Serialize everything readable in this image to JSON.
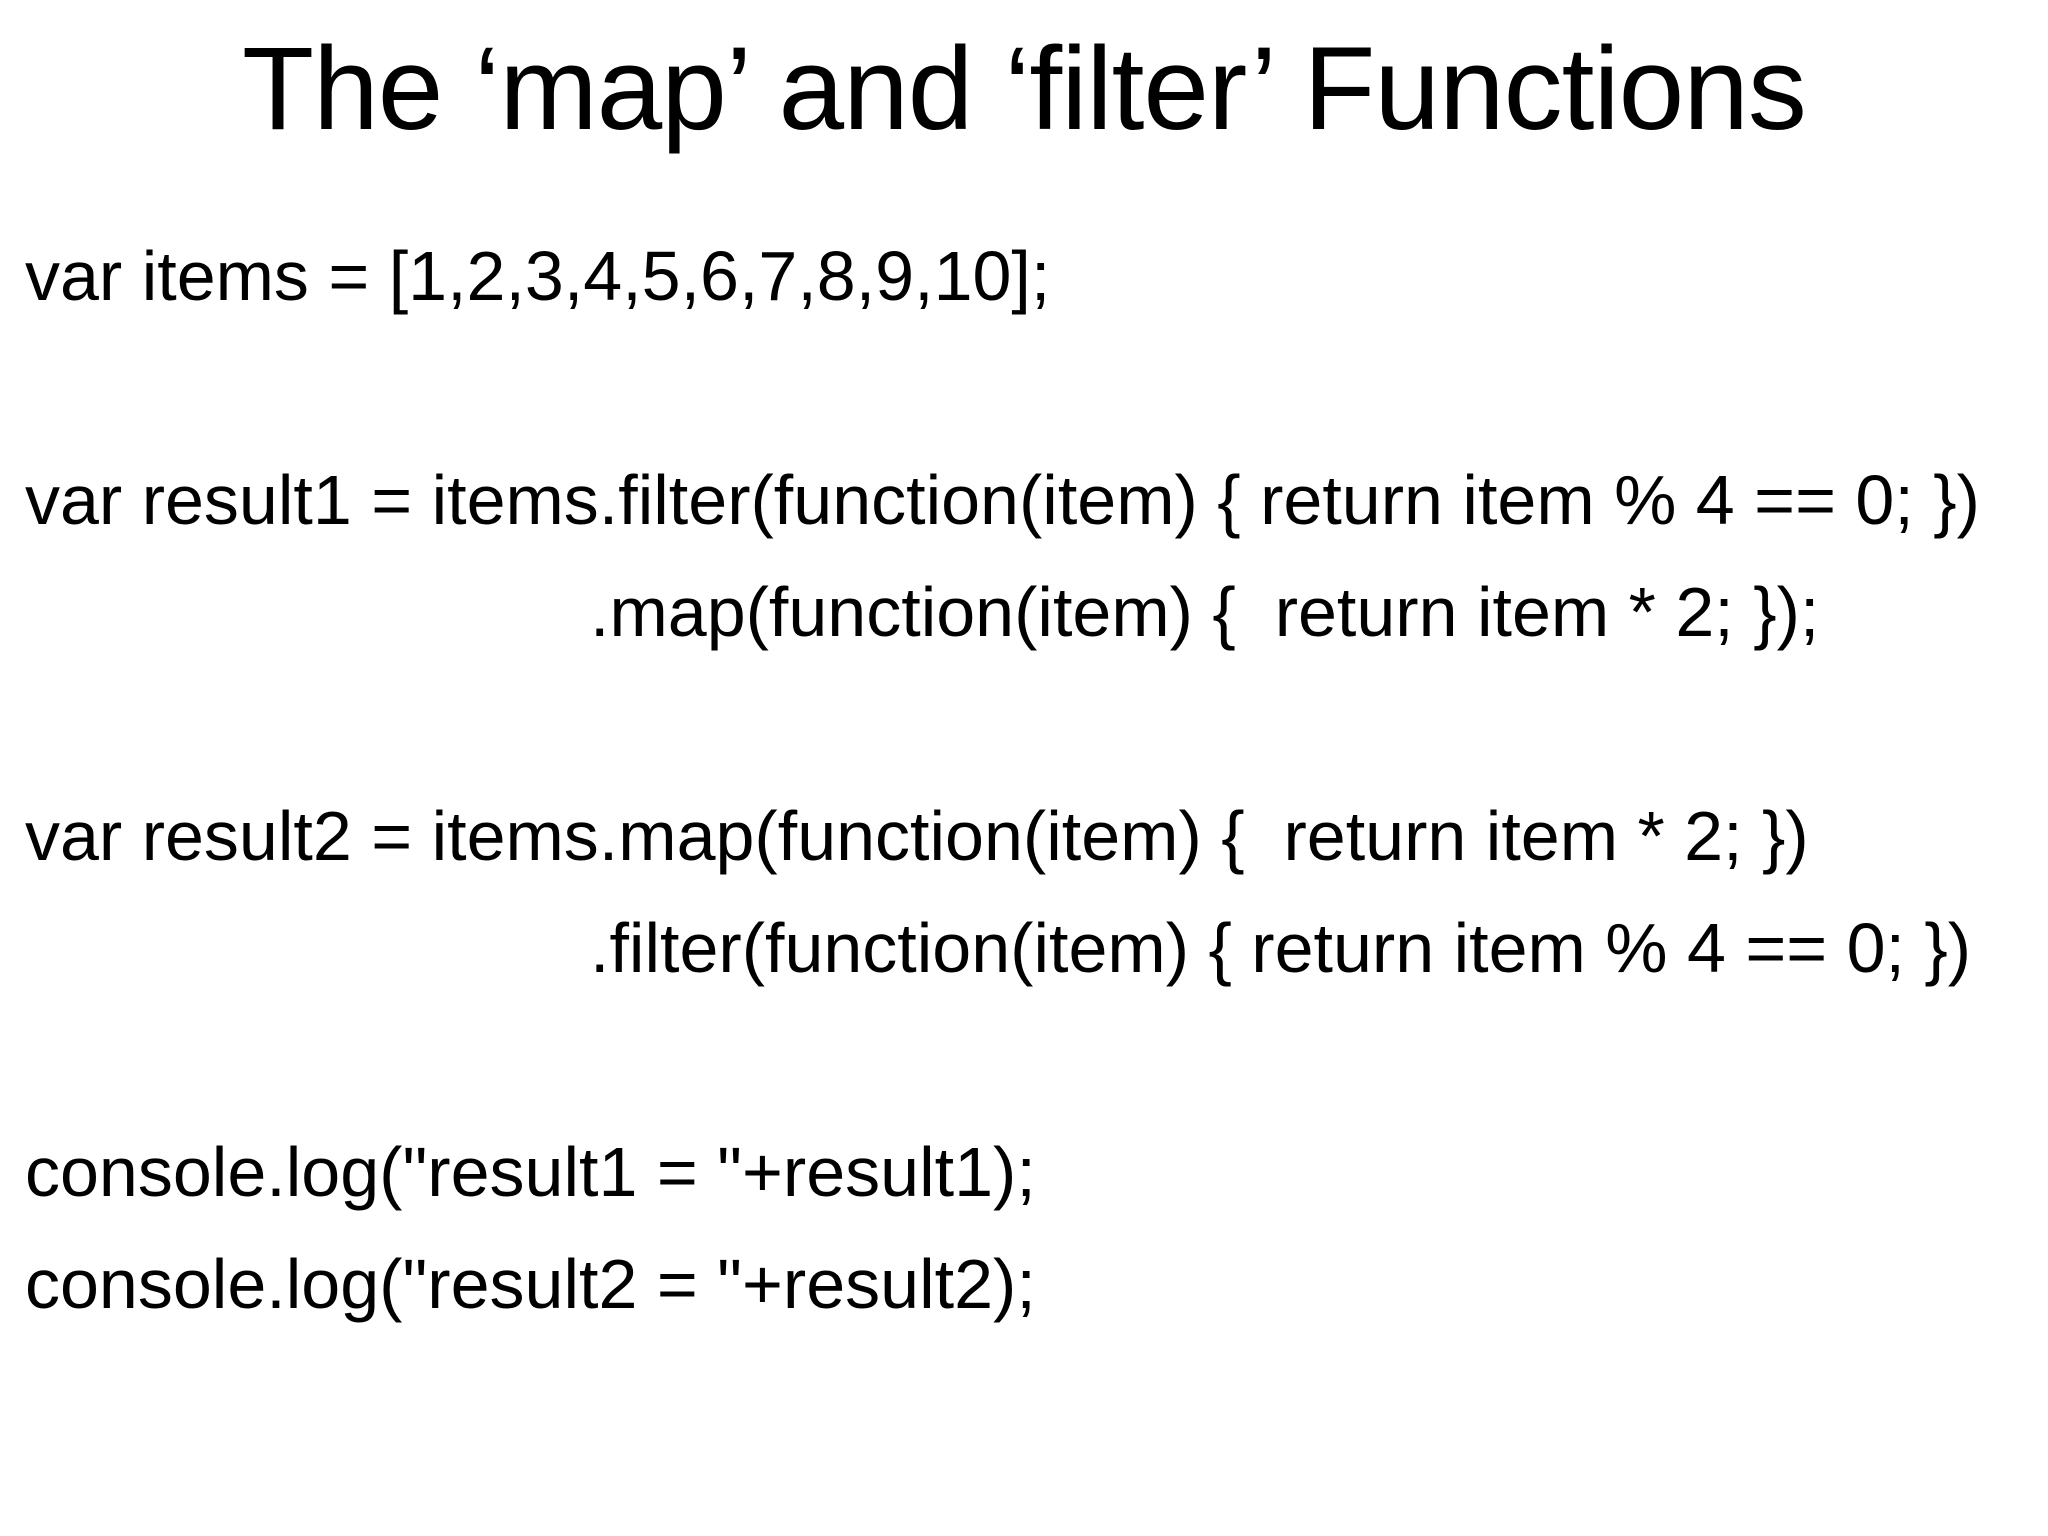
{
  "slide": {
    "title": "The ‘map’ and ‘filter’ Functions",
    "code_lines": [
      {
        "text": "var items = [1,2,3,4,5,6,7,8,9,10];",
        "indented": false
      },
      {
        "text": "var result1 = items.filter(function(item) { return item % 4 == 0; })",
        "indented": false
      },
      {
        "text": ".map(function(item) {  return item * 2; });",
        "indented": true
      },
      {
        "text": "var result2 = items.map(function(item) {  return item * 2; })",
        "indented": false
      },
      {
        "text": ".filter(function(item) { return item % 4 == 0; })",
        "indented": true
      },
      {
        "text": "console.log(\"result1 = \"+result1);",
        "indented": false
      },
      {
        "text": "console.log(\"result2 = \"+result2);",
        "indented": false
      }
    ],
    "text_color": "#000000",
    "background_color": "#ffffff"
  }
}
